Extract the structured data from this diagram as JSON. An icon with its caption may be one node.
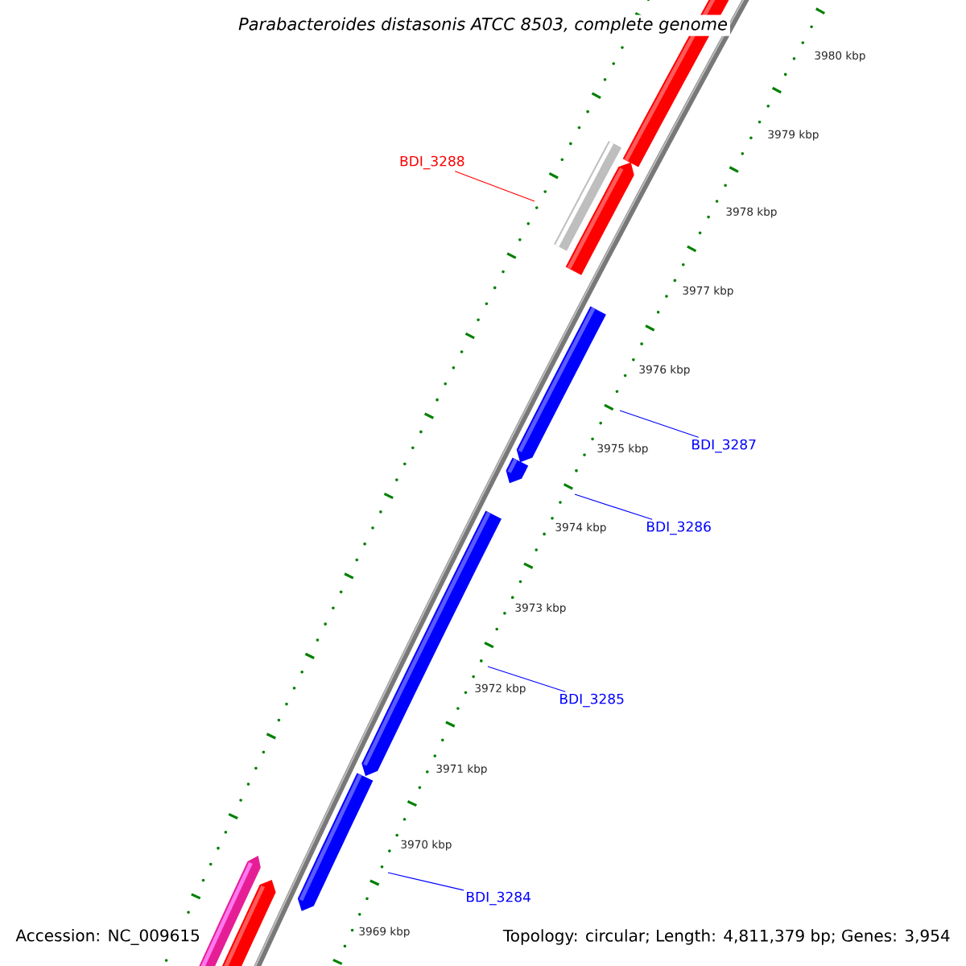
{
  "diagram": {
    "title": "Parabacteroides distasonis ATCC 8503, complete genome",
    "nodes": [
      {
        "text": [
          "BDI_3288"
        ]
      },
      {
        "text": [
          "BDI_3287"
        ]
      },
      {
        "text": [
          "BDI_3286"
        ]
      },
      {
        "text": [
          "BDI_3285"
        ]
      },
      {
        "text": [
          "BDI_3284"
        ]
      }
    ],
    "edges": [
      {
        "from": 0,
        "to": null,
        "arrow": "none",
        "color": "#ff0000"
      },
      {
        "from": 1,
        "to": null,
        "arrow": "none"
      },
      {
        "from": 2,
        "to": null,
        "arrow": "none"
      },
      {
        "from": 3,
        "to": null,
        "arrow": "none"
      },
      {
        "from": 4,
        "to": null,
        "arrow": "none"
      }
    ],
    "labels": [
      "3980 kbp",
      "3979 kbp",
      "3978 kbp",
      "3977 kbp",
      "3976 kbp",
      "3975 kbp",
      "3974 kbp",
      "3973 kbp",
      "3972 kbp",
      "3971 kbp",
      "3970 kbp",
      "3969 kbp",
      "Accession: NC_009615",
      "Topology: circular; Length: 4,811,379 bp; Genes: 3,954"
    ]
  }
}
